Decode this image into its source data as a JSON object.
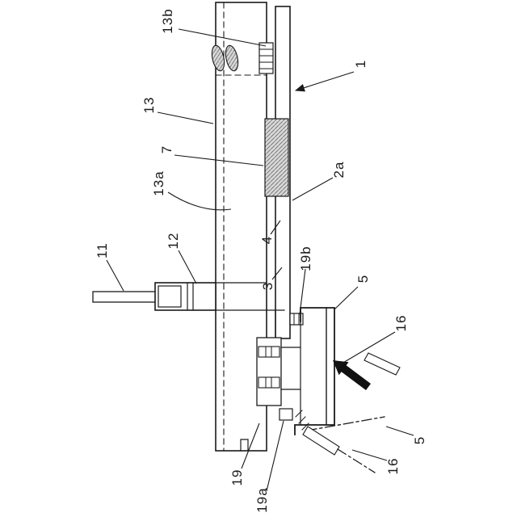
{
  "figure": {
    "title": "patent-style-mechanical-assembly-drawing",
    "background_color": "#ffffff",
    "line_color": "#1a1a1a",
    "hatch_fill_color": "#d9d9d9",
    "hatch_line_color": "#7a7a7a",
    "arrow_color": "#111111",
    "labels": {
      "l13b": {
        "text": "13b"
      },
      "l1": {
        "text": "1"
      },
      "l13": {
        "text": "13"
      },
      "l7": {
        "text": "7"
      },
      "l13a": {
        "text": "13a"
      },
      "l2a": {
        "text": "2a"
      },
      "l11": {
        "text": "11"
      },
      "l12": {
        "text": "12"
      },
      "l4": {
        "text": "4"
      },
      "l3": {
        "text": "3"
      },
      "l19b": {
        "text": "19b"
      },
      "l5_upper": {
        "text": "5"
      },
      "l16_upper": {
        "text": "16"
      },
      "l19": {
        "text": "19"
      },
      "l19a": {
        "text": "19a"
      },
      "l16_lower": {
        "text": "16"
      },
      "l5_lower": {
        "text": "5"
      }
    }
  }
}
